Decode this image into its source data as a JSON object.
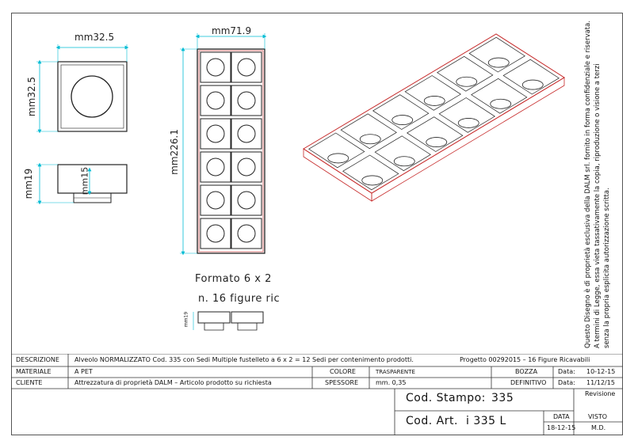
{
  "drawing": {
    "top_view": {
      "width_label": "mm32.5",
      "height_label": "mm32.5"
    },
    "side_view": {
      "height_label": "mm19",
      "inner_label": "mm15"
    },
    "tray": {
      "width_label": "mm71.9",
      "height_label": "mm226.1",
      "rows": 6,
      "cols": 2
    },
    "format_label": "Formato 6 x 2",
    "figures_label": "n. 16 figure ric",
    "small_label": "mm19"
  },
  "notice": {
    "line1": "Questo Disegno è di proprietà esclusiva della DALM srl. fornito in forma confidenziale e riservata.",
    "line2": "A termini di Legge, essa vieta tassativamente la copia, riproduzione o visione a terzi",
    "line3": "senza la propria esplicita autorizzazione scritta."
  },
  "title_block": {
    "descrizione_label": "DESCRIZIONE",
    "descrizione_value": "Alveolo NORMALIZZATO Cod. 335 con Sedi Multiple fustelleto a 6 x 2 = 12 Sedi per contenimento prodotti.",
    "progetto": "Progetto 00292015 – 16 Figure Ricavabili",
    "materiale_label": "MATERIALE",
    "materiale_value": "A PET",
    "colore_label": "COLORE",
    "colore_value": "TRASPARENTE",
    "bozza_label": "BOZZA",
    "data_label1": "Data:",
    "data_value1": "10-12-15",
    "cliente_label": "CLIENTE",
    "cliente_value": "Attrezzatura di proprietà DALM  –  Articolo prodotto su richiesta",
    "spessore_label": "SPESSORE",
    "spessore_value": "mm. 0,35",
    "definitivo_label": "DEFINITIVO",
    "data_label2": "Data:",
    "data_value2": "11/12/15",
    "cod_stampo_label": "Cod. Stampo:",
    "cod_stampo_value": "335",
    "cod_art_label": "Cod. Art.",
    "cod_art_value": "i 335 L",
    "revisione_label": "Revisione",
    "data_col_label": "DATA",
    "visto_label": "VISTO",
    "data_col_value": "18-12-15",
    "visto_value": "M.D."
  },
  "colors": {
    "dimension": "#00bcd4",
    "outline": "#c62828",
    "line": "#222222"
  }
}
